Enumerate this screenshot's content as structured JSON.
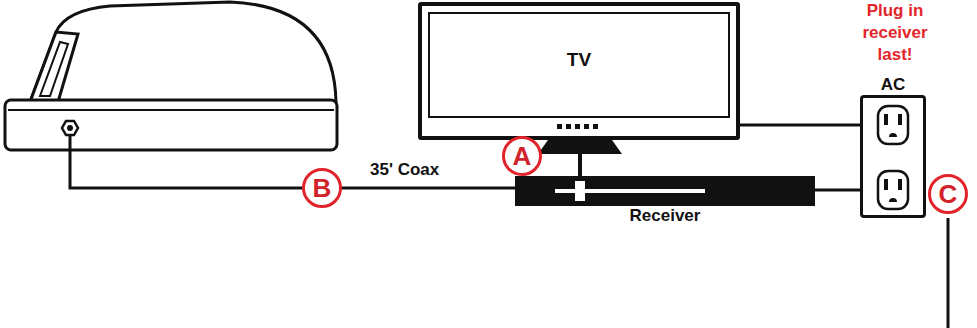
{
  "diagram": {
    "nodes": [
      {
        "text": [
          "TV"
        ]
      },
      {
        "text": [
          "AC"
        ]
      },
      {
        "text": [
          "A"
        ]
      },
      {
        "text": [
          "B"
        ]
      },
      {
        "text": [
          "Receiver"
        ]
      },
      {
        "text": [
          "C"
        ]
      }
    ],
    "edges": [
      {
        "from": 0,
        "to": 1,
        "arrow": "none"
      },
      {
        "from": 4,
        "to": 1,
        "arrow": "none"
      }
    ],
    "labels": [
      "35' Coax",
      "Plug in receiver last!"
    ]
  }
}
